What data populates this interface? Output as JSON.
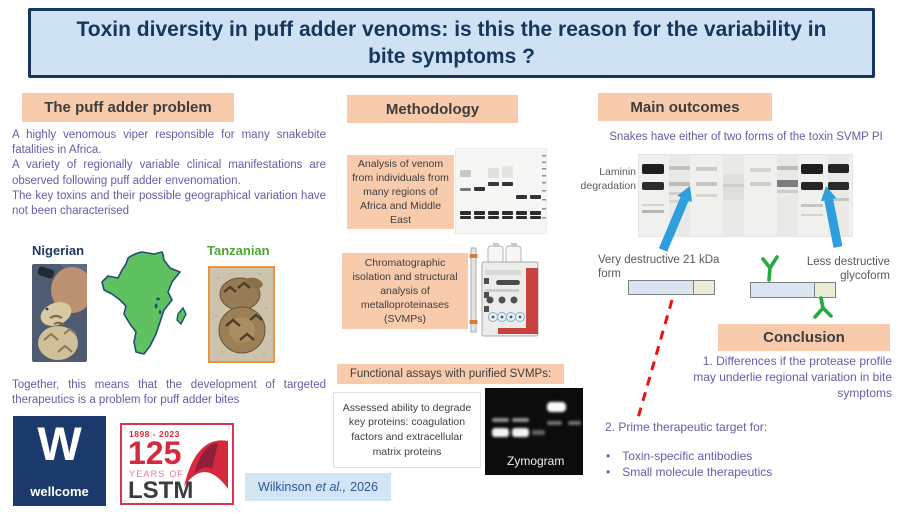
{
  "title_line1": "Toxin diversity in puff adder venoms: is this the reason for the variability in",
  "title_line2": "bite symptoms ?",
  "left": {
    "header": "The puff adder problem",
    "intro_1": "A highly venomous viper responsible for many snakebite fatalities in Africa.",
    "intro_2": "A variety of regionally variable clinical manifestations are observed following puff adder envenomation.",
    "intro_3": "The key toxins and their possible geographical variation have not been characterised",
    "nigerian_label": "Nigerian",
    "tanzanian_label": "Tanzanian",
    "together_text": "Together, this means that the development of targeted therapeutics is a problem for puff adder bites",
    "wellcome_letter": "W",
    "wellcome_name": "wellcome",
    "lstm_years": "1898 - 2023",
    "lstm_number": "125",
    "lstm_years_of": "YEARS OF",
    "lstm_name": "LSTM"
  },
  "middle": {
    "header": "Methodology",
    "box1_text": "Analysis of venom from individuals from many regions of Africa and Middle East",
    "box2_text": "Chromatographic isolation and structural analysis of metalloproteinases (SVMPs)",
    "assays_header": "Functional assays with purified SVMPs:",
    "assessed_text": "Assessed ability to degrade key proteins: coagulation factors and extracellular matrix proteins",
    "zymogram_label": "Zymogram",
    "citation_authors": "Wilkinson",
    "citation_etal": "et al.,",
    "citation_year": "2026"
  },
  "right": {
    "header": "Main outcomes",
    "subtitle": "Snakes have either of two forms of the toxin SVMP PI",
    "gel_label_1": "Laminin",
    "gel_label_2": "degradation",
    "destructive_label": "Very destructive 21 kDa form",
    "glycoform_label": "Less destructive glycoform",
    "conclusion_header": "Conclusion",
    "conclusion_1": "1. Differences if the protease profile may underlie regional variation in bite symptoms",
    "conclusion_2": "2. Prime therapeutic target for:",
    "bullet_1": "Toxin-specific antibodies",
    "bullet_2": "Small molecule therapeutics"
  },
  "colors": {
    "header_peach": "#f8cbad",
    "title_bg": "#cfe2f3",
    "title_navy": "#17365d",
    "body_purple": "#665ca8",
    "label_gray": "#595959",
    "nigerian_navy": "#1f3864",
    "tanzanian_green": "#4ea72e",
    "africa_green": "#5fc160",
    "arrow_blue": "#2e9edd",
    "glycan_green": "#27a844",
    "dashed_red": "#ee1111",
    "lstm_red": "#d6293e",
    "wellcome_navy": "#1b3a6b",
    "snake_border_orange": "#e8953f"
  }
}
